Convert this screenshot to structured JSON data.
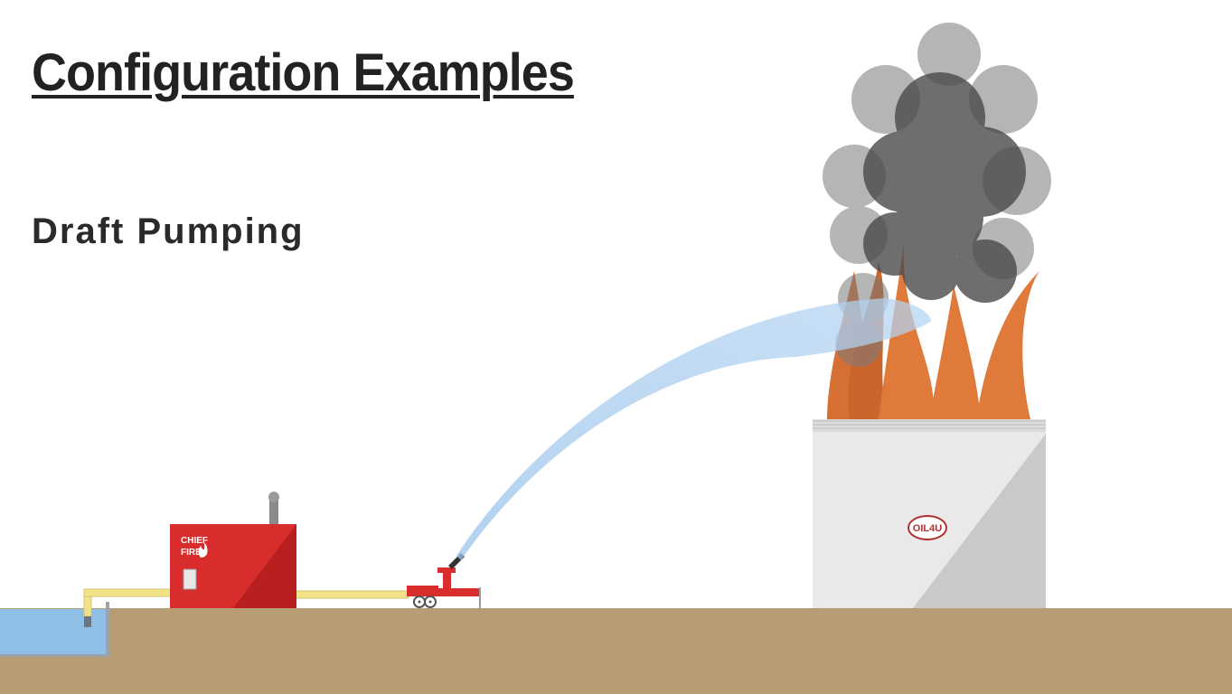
{
  "slide": {
    "title": "Configuration Examples",
    "subtitle": "Draft Pumping"
  },
  "scene": {
    "pump_logo_line1": "CHIEF",
    "pump_logo_line2": "FIRE",
    "tank_logo": "OIL4U",
    "colors": {
      "ground": "#b89c74",
      "water": "#8fbfe6",
      "pump_red": "#d92c2c",
      "hose_yellow": "#f2e28a",
      "water_stream": "#a9cdf0",
      "flame": "#e07a3a",
      "smoke": "#555555",
      "tank": "#e9e9e9"
    }
  }
}
